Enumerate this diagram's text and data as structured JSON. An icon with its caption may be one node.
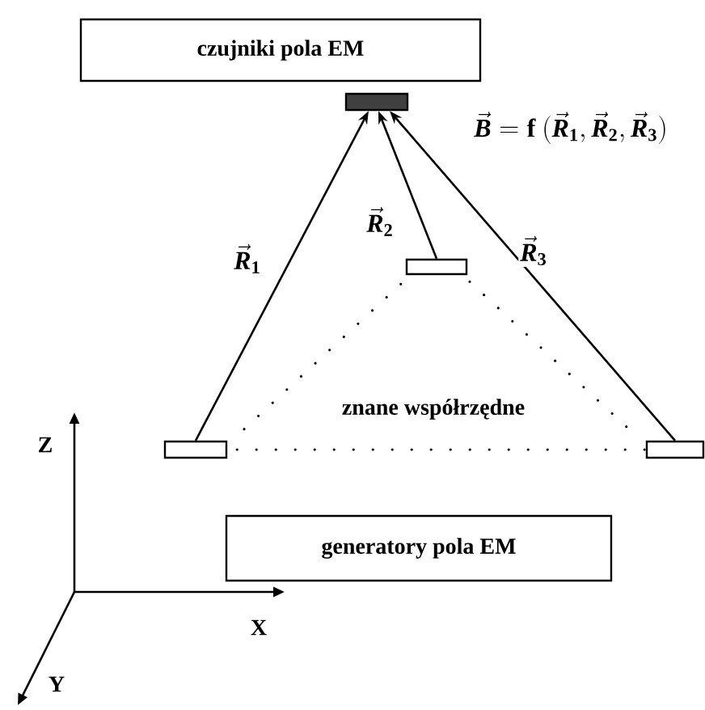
{
  "diagram": {
    "nodes": [
      {
        "text": [
          "czujniki pola EM"
        ]
      },
      {
        "text": [],
        "shape": "bar"
      },
      {
        "text": [],
        "shape": "box"
      },
      {
        "text": [],
        "shape": "box"
      },
      {
        "text": [],
        "shape": "box"
      },
      {
        "text": [
          "generatory pola EM"
        ]
      }
    ],
    "edges": [
      {
        "from": 2,
        "to": 1,
        "arrow": "to",
        "label": "\\vec{R}_1"
      },
      {
        "from": 3,
        "to": 1,
        "arrow": "to",
        "label": "\\vec{R}_2"
      },
      {
        "from": 4,
        "to": 1,
        "arrow": "to",
        "label": "\\vec{R}_3"
      },
      {
        "from": 2,
        "to": 4,
        "arrow": "none",
        "style": "dashed"
      },
      {
        "from": 2,
        "to": 3,
        "arrow": "none",
        "style": "dashed"
      },
      {
        "from": 3,
        "to": 4,
        "arrow": "none",
        "style": "dashed"
      }
    ],
    "labels": [
      "\\vec{B}= \\mathrm{f}\\ (\\vec{R}_1,\\vec{R}_2,\\vec{R}_3)",
      "znane współrzędne",
      "Z",
      "X",
      "Y"
    ]
  }
}
